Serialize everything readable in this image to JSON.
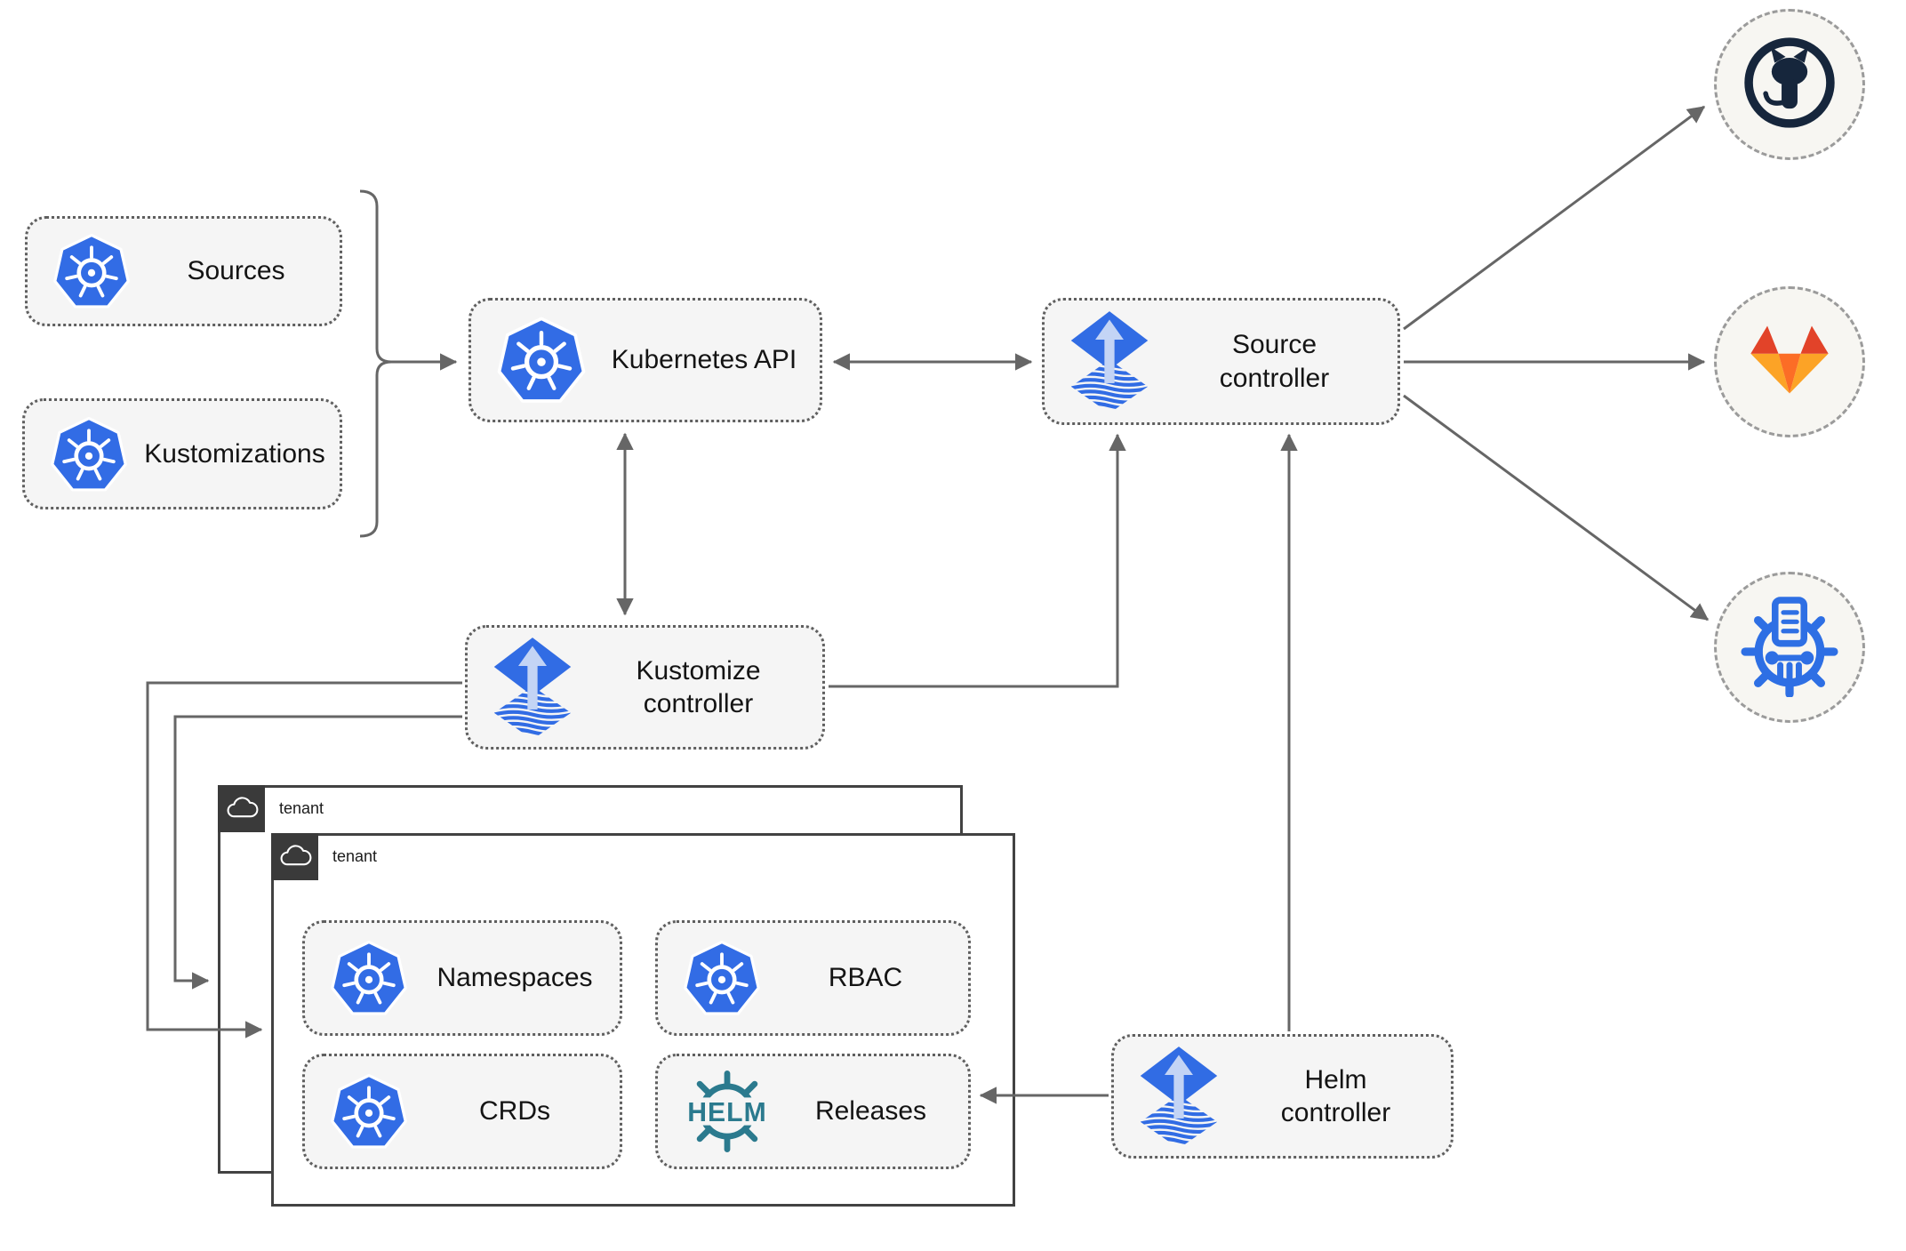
{
  "nodes": {
    "sources": {
      "label": "Sources",
      "icon": "kubernetes-logo"
    },
    "kustomizations": {
      "label": "Kustomizations",
      "icon": "kubernetes-logo"
    },
    "kubernetes_api": {
      "label": "Kubernetes API",
      "icon": "kubernetes-logo"
    },
    "source_controller": {
      "label": "Source controller",
      "icon": "flux-logo"
    },
    "kustomize_controller": {
      "label": "Kustomize controller",
      "icon": "flux-logo"
    },
    "helm_controller": {
      "label": "Helm controller",
      "icon": "flux-logo"
    },
    "tenant_back": {
      "label": "tenant",
      "icon": "cloud"
    },
    "tenant_front": {
      "label": "tenant",
      "icon": "cloud"
    },
    "namespaces": {
      "label": "Namespaces",
      "icon": "kubernetes-logo"
    },
    "rbac": {
      "label": "RBAC",
      "icon": "kubernetes-logo"
    },
    "crds": {
      "label": "CRDs",
      "icon": "kubernetes-logo"
    },
    "releases": {
      "label": "Releases",
      "icon": "helm-logo",
      "icon_text": "HELM"
    }
  },
  "external_endpoints": [
    {
      "name": "github",
      "icon": "github-icon"
    },
    {
      "name": "gitlab",
      "icon": "gitlab-icon"
    },
    {
      "name": "helm-repository",
      "icon": "helm-repository-icon"
    }
  ],
  "colors": {
    "kubernetes_blue": "#326CE5",
    "flux_blue": "#316CE4",
    "flux_arrow_light": "#C3D4F5",
    "helm_teal": "#2B7A8E",
    "github_dark": "#16263C",
    "gitlab_red": "#E24329",
    "gitlab_orange": "#FC6D26",
    "gitlab_light_orange": "#FCA326",
    "registry_blue": "#2E6FE4",
    "connector_gray": "#666666",
    "node_fill": "#F5F5F5",
    "tenant_badge_dark": "#3A3A3A"
  }
}
